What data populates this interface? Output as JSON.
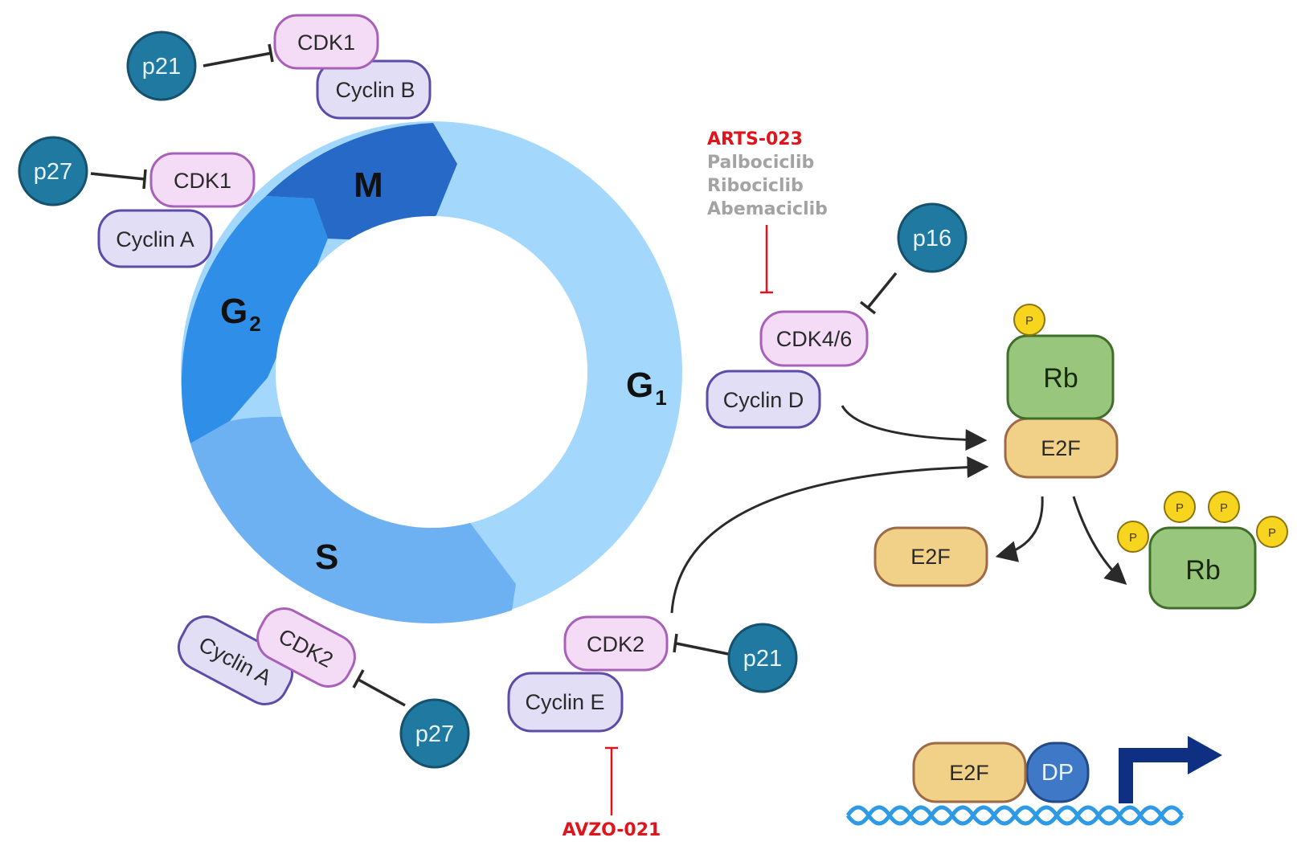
{
  "phases": {
    "g1": {
      "label": "G",
      "sub": "1"
    },
    "s": {
      "label": "S"
    },
    "g2": {
      "label": "G",
      "sub": "2"
    },
    "m": {
      "label": "M"
    }
  },
  "complexes": {
    "m_phase": {
      "cdk": "CDK1",
      "cyclin": "Cyclin B",
      "inhibitor": "p21"
    },
    "g2_phase": {
      "cdk": "CDK1",
      "cyclin": "Cyclin A",
      "inhibitor": "p27"
    },
    "s_phase": {
      "cdk": "CDK2",
      "cyclin": "Cyclin A",
      "inhibitor": "p27"
    },
    "g1s_phase": {
      "cdk": "CDK2",
      "cyclin": "Cyclin E",
      "inhibitor": "p21"
    },
    "g1_phase": {
      "cdk": "CDK4/6",
      "cyclin": "Cyclin D",
      "inhibitor": "p16"
    }
  },
  "drugs": {
    "cdk46": [
      "ARTS-023",
      "Palbociclib",
      "Ribociclib",
      "Abemaciclib"
    ],
    "cdk2": "AVZO-021"
  },
  "rb_pathway": {
    "rb_label": "Rb",
    "e2f_label": "E2F",
    "phospho_label": "P",
    "dp_label": "DP"
  },
  "colors": {
    "g1": "#a3d8fc",
    "s": "#6eb1f3",
    "g2": "#2f8fe8",
    "m": "#2769c6",
    "cdk_fill": "#f4dcf6",
    "cdk_stroke": "#a860b8",
    "cyclin_fill": "#e2def6",
    "cyclin_stroke": "#5e4ba8",
    "inhibitor": "#1f79a0",
    "drug_red": "#e0141c",
    "rb_green": "#97c67c",
    "e2f_tan": "#f1d087",
    "phospho_yellow": "#f7d51e",
    "dp_blue": "#3f78c6",
    "promoter_navy": "#0e2f82",
    "dna_blue": "#2e9ae6"
  }
}
